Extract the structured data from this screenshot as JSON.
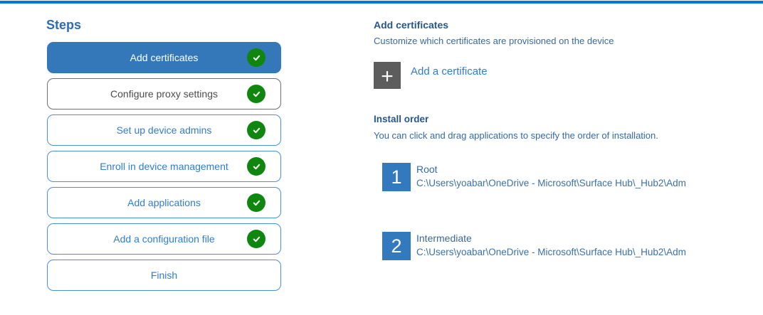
{
  "page": {
    "accent_colors": {
      "top_bar": "#0078D7",
      "selected_step_fill": "#3578BA",
      "step_border_blue": "#4A90D9",
      "step_text_blue": "#2D7DD2",
      "check_green": "#0F870F",
      "add_tile_gray": "#5D5D5D",
      "number_tile_blue": "#3279BE",
      "heading_blue": "#24578B"
    }
  },
  "steps_panel": {
    "title": "Steps",
    "items": [
      {
        "label": "Add certificates",
        "checked": true,
        "state": "selected"
      },
      {
        "label": "Configure proxy settings",
        "checked": true,
        "state": "neutral"
      },
      {
        "label": "Set up device admins",
        "checked": true,
        "state": "default"
      },
      {
        "label": "Enroll in device management",
        "checked": true,
        "state": "default"
      },
      {
        "label": "Add applications",
        "checked": true,
        "state": "default"
      },
      {
        "label": "Add a configuration file",
        "checked": true,
        "state": "default"
      },
      {
        "label": "Finish",
        "checked": false,
        "state": "default"
      }
    ]
  },
  "content": {
    "section_title": "Add certificates",
    "section_subtitle": "Customize which certificates are provisioned on the device",
    "add_button": {
      "icon": "+",
      "label": "Add a certificate"
    },
    "install_order": {
      "title": "Install order",
      "subtitle": "You can click and drag applications to specify the order of installation.",
      "items": [
        {
          "number": "1",
          "name": "Root",
          "path": "C:\\Users\\yoabar\\OneDrive - Microsoft\\Surface Hub\\_Hub2\\Adm"
        },
        {
          "number": "2",
          "name": "Intermediate",
          "path": "C:\\Users\\yoabar\\OneDrive - Microsoft\\Surface Hub\\_Hub2\\Adm"
        }
      ]
    }
  }
}
